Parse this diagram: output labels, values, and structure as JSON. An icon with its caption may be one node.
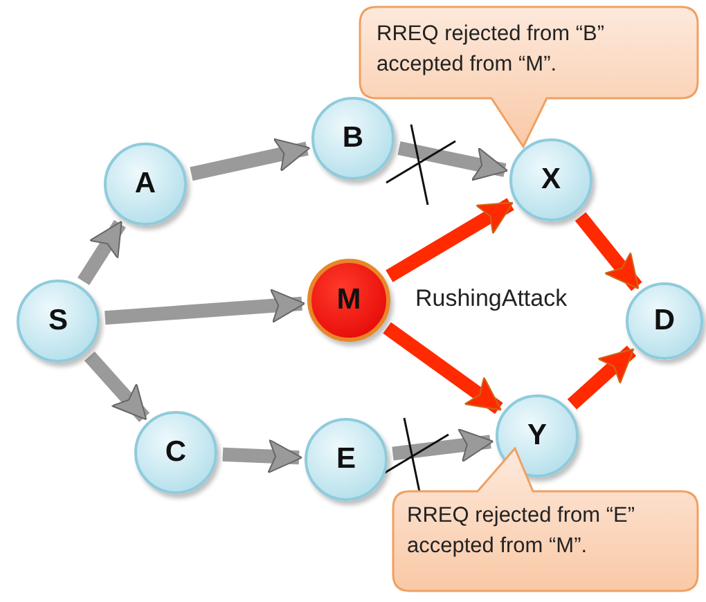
{
  "diagram": {
    "nodes": [
      {
        "text": [
          "S"
        ]
      },
      {
        "text": [
          "A"
        ]
      },
      {
        "text": [
          "B"
        ]
      },
      {
        "text": [
          "C"
        ]
      },
      {
        "text": [
          "E"
        ]
      },
      {
        "text": [
          "M"
        ]
      },
      {
        "text": [
          "X"
        ]
      },
      {
        "text": [
          "Y"
        ]
      },
      {
        "text": [
          "D"
        ]
      },
      {
        "text": [
          "RREQ rejected from “B” accepted from “M”."
        ]
      },
      {
        "text": [
          "RREQ rejected from “E” accepted from “M”."
        ]
      }
    ],
    "edges": [
      {
        "from": 0,
        "to": 1,
        "arrow": "to"
      },
      {
        "from": 1,
        "to": 2,
        "arrow": "to"
      },
      {
        "from": 0,
        "to": 5,
        "arrow": "to"
      },
      {
        "from": 0,
        "to": 3,
        "arrow": "to"
      },
      {
        "from": 3,
        "to": 4,
        "arrow": "to"
      },
      {
        "from": 2,
        "to": 6,
        "arrow": "to"
      },
      {
        "from": 4,
        "to": 7,
        "arrow": "to"
      },
      {
        "from": 5,
        "to": 6,
        "arrow": "to",
        "color": "#ff2a00"
      },
      {
        "from": 5,
        "to": 7,
        "arrow": "to",
        "color": "#ff2a00"
      },
      {
        "from": 6,
        "to": 8,
        "arrow": "to",
        "color": "#ff2a00"
      },
      {
        "from": 7,
        "to": 8,
        "arrow": "to",
        "color": "#ff2a00"
      }
    ],
    "labels": [
      "RushingAttack"
    ]
  }
}
